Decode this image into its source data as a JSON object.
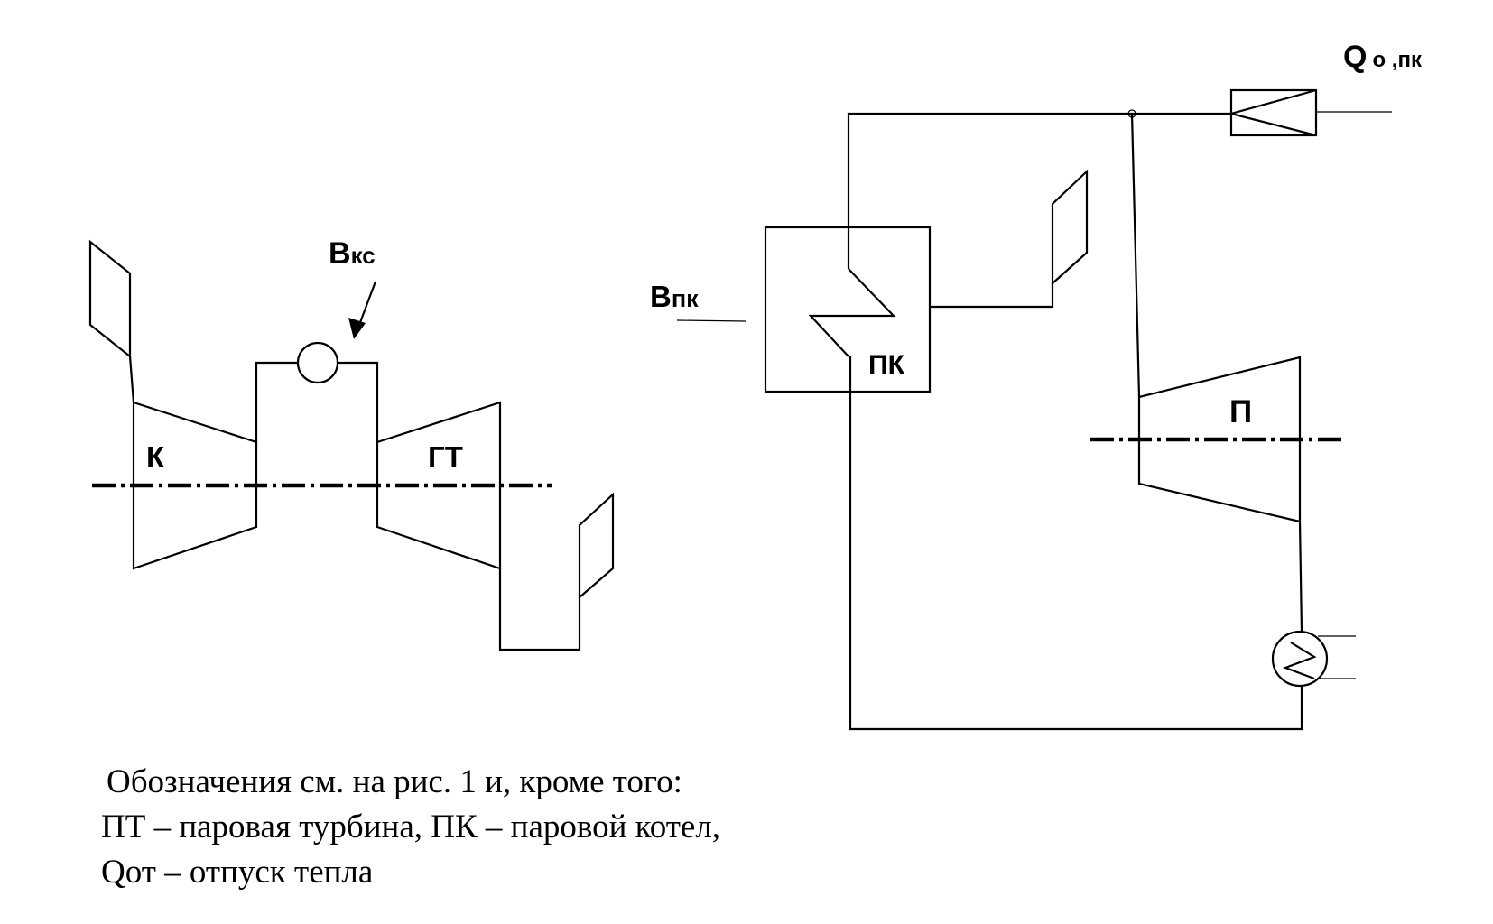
{
  "labels": {
    "B_main": "В",
    "B_sub": "кс",
    "K": "К",
    "GT": "ГТ",
    "Bpk_main": "В",
    "Bpk_sub": "пк",
    "PK": "ПК",
    "P": "П",
    "Q_main": "Q",
    "Q_sub": "о ,пк"
  },
  "caption": [
    "Обозначения см. на рис. 1 и, кроме того:",
    "ПТ – паровая турбина, ПК – паровой котел,",
    "Qот – отпуск тепла"
  ]
}
